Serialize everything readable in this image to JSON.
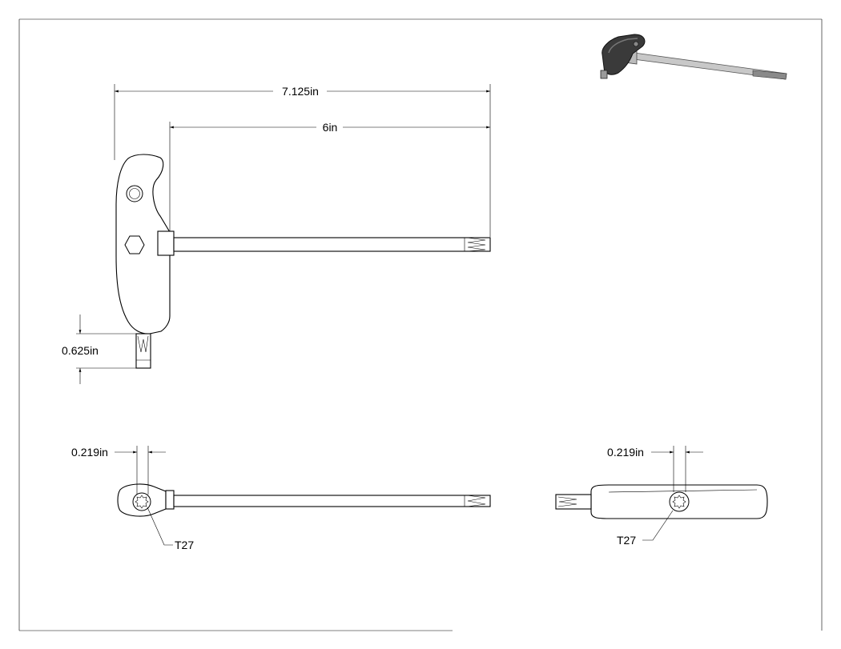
{
  "dimensions": {
    "overall_length": "7.125in",
    "shaft_length": "6in",
    "tip_length": "0.625in",
    "bottom_width": "0.219in",
    "end_width": "0.219in"
  },
  "callouts": {
    "bottom_tip": "T27",
    "end_tip": "T27"
  },
  "colors": {
    "line": "#000000",
    "background": "#ffffff",
    "handle_iso": "#3a3a3a",
    "shaft_iso": "#c8c8c8"
  }
}
